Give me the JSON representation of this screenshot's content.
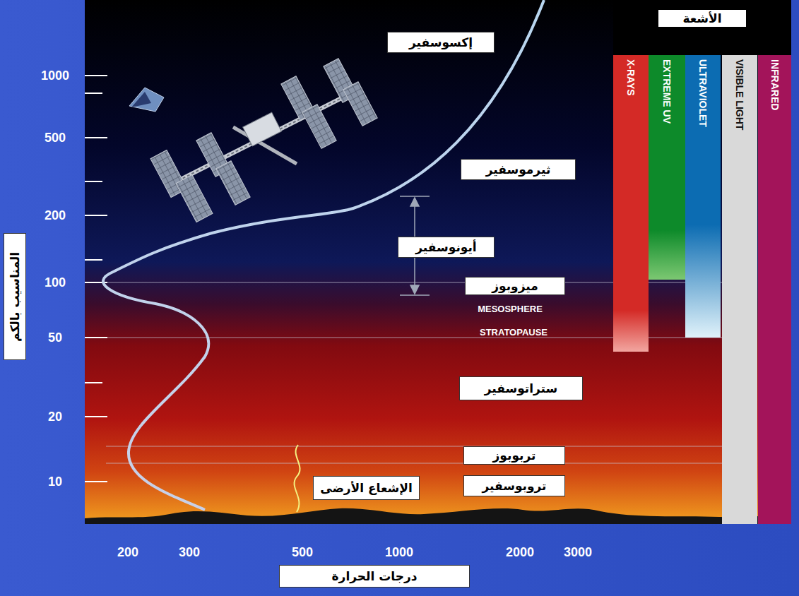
{
  "diagram": {
    "nodes": [
      {
        "text": [
          "إكسوسفير"
        ]
      },
      {
        "text": [
          "ثيرموسفير"
        ]
      },
      {
        "text": [
          "أيونوسفير"
        ]
      },
      {
        "text": [
          "ميزوبوز"
        ]
      },
      {
        "text": [
          "ستراتوسفير"
        ]
      },
      {
        "text": [
          "تربوبوز"
        ]
      },
      {
        "text": [
          "تروبوسفير"
        ]
      },
      {
        "text": [
          "الإشعاع الأرضى"
        ]
      },
      {
        "text": [
          "الأشعة"
        ]
      },
      {
        "text": [
          "X-RAYS"
        ]
      },
      {
        "text": [
          "EXTREME UV"
        ]
      },
      {
        "text": [
          "ULTRAVIOLET"
        ]
      },
      {
        "text": [
          "VISIBLE LIGHT"
        ]
      },
      {
        "text": [
          "INFRARED"
        ]
      },
      {
        "text": [
          "درجات الحرارة"
        ]
      },
      {
        "text": [
          "المناسيب بالكم"
        ]
      }
    ],
    "labels": [
      "MESOSPHERE",
      "STRATOPAUSE",
      "1000",
      "500",
      "200",
      "100",
      "50",
      "20",
      "10",
      "200",
      "300",
      "500",
      "1000",
      "2000",
      "3000"
    ]
  }
}
